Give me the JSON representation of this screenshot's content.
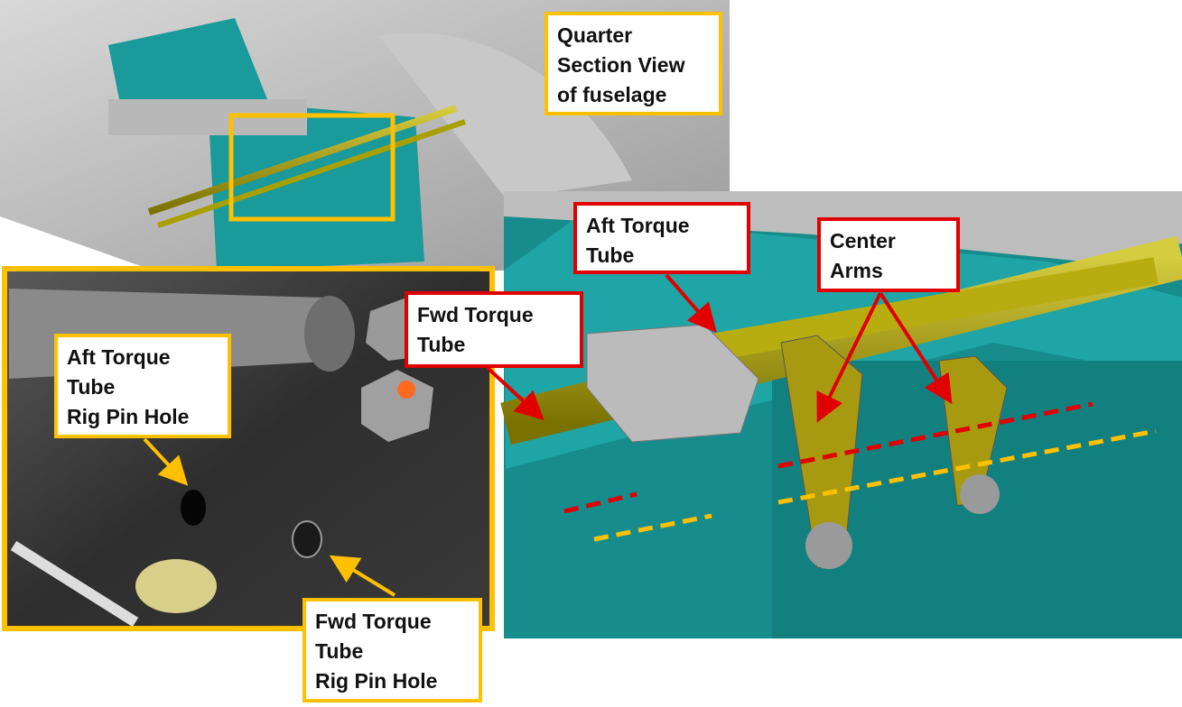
{
  "colors": {
    "callout_orange": "#FFC000",
    "callout_red": "#E00000",
    "cad_teal": "#1A9A9A",
    "torque_tube": "#A8A000"
  },
  "labels": {
    "quarter_section": [
      "Quarter",
      "Section View",
      "of fuselage"
    ],
    "photo_aft": [
      "Aft Torque",
      "Tube",
      "Rig Pin Hole"
    ],
    "photo_fwd": [
      "Fwd Torque",
      "Tube",
      "Rig Pin Hole"
    ],
    "cad_aft": [
      "Aft Torque",
      "Tube"
    ],
    "cad_fwd": [
      "Fwd Torque",
      "Tube"
    ],
    "cad_center": [
      "Center",
      "Arms"
    ]
  }
}
